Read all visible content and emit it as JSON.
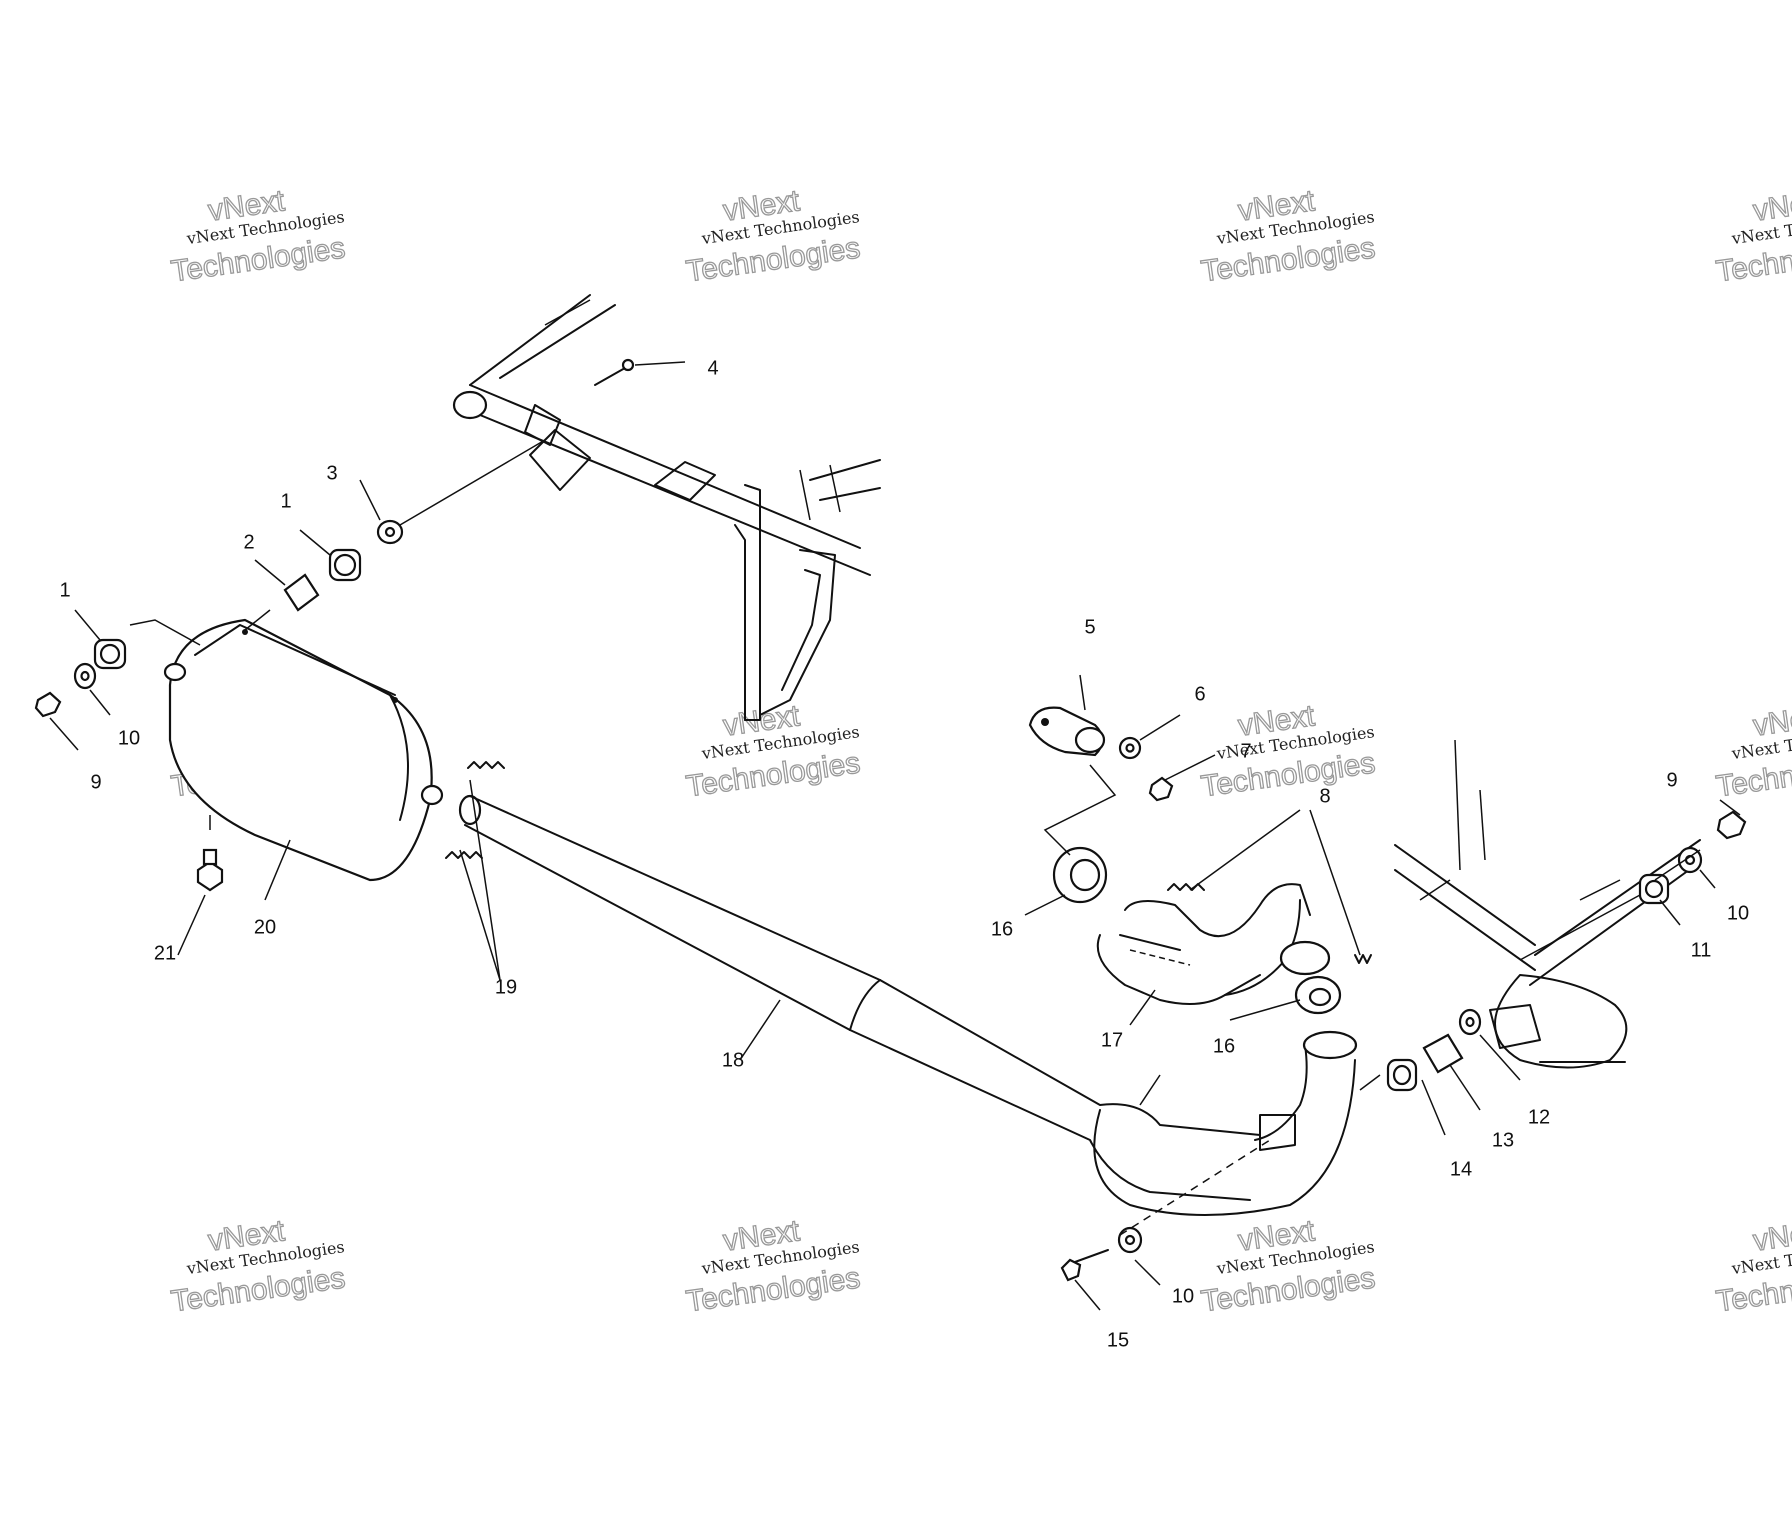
{
  "watermark": {
    "brand": "vNext",
    "line_small": "vNext Technologies",
    "line_large": "Technologies"
  },
  "callouts": {
    "c1a": "1",
    "c1b": "1",
    "c2": "2",
    "c3": "3",
    "c4": "4",
    "c5": "5",
    "c6": "6",
    "c7": "7",
    "c8": "8",
    "c9a": "9",
    "c9b": "9",
    "c10a": "10",
    "c10b": "10",
    "c10c": "10",
    "c11": "11",
    "c12": "12",
    "c13": "13",
    "c14": "14",
    "c15": "15",
    "c16a": "16",
    "c16b": "16",
    "c17": "17",
    "c18": "18",
    "c19": "19",
    "c20": "20",
    "c21": "21"
  }
}
